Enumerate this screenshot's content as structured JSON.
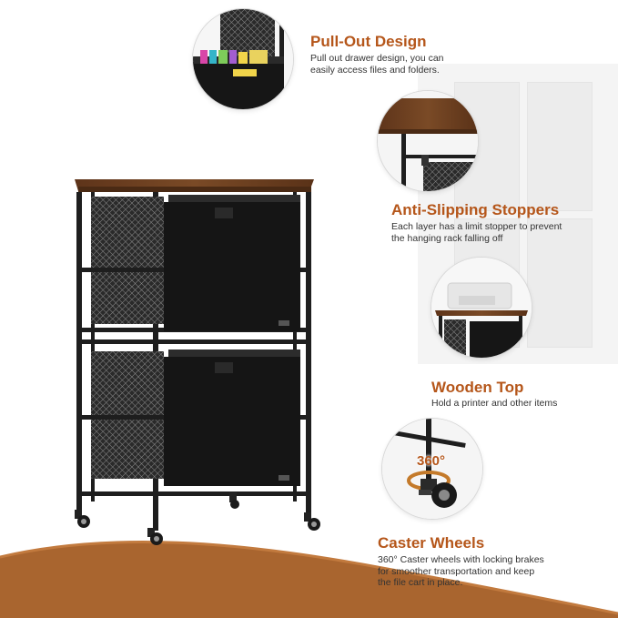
{
  "features": [
    {
      "title": "Pull-Out Design",
      "description": "Pull out drawer design, you can easily access files and folders.",
      "icon": "drawer-closeup"
    },
    {
      "title": "Anti-Slipping Stoppers",
      "description": "Each layer has a limit stopper to prevent the hanging rack falling off",
      "icon": "stopper-closeup"
    },
    {
      "title": "Wooden Top",
      "description": "Hold a printer and other items",
      "icon": "printer-on-top"
    },
    {
      "title": "Caster Wheels",
      "description": "360° Caster wheels with locking brakes for smoother transportation and keep the file cart in place.",
      "icon": "caster-wheel",
      "badge": "360°"
    }
  ],
  "colors": {
    "accent": "#b5561a",
    "wood": "#6b3e1f",
    "frame": "#1e1e1e",
    "floor": "#a9652f"
  }
}
